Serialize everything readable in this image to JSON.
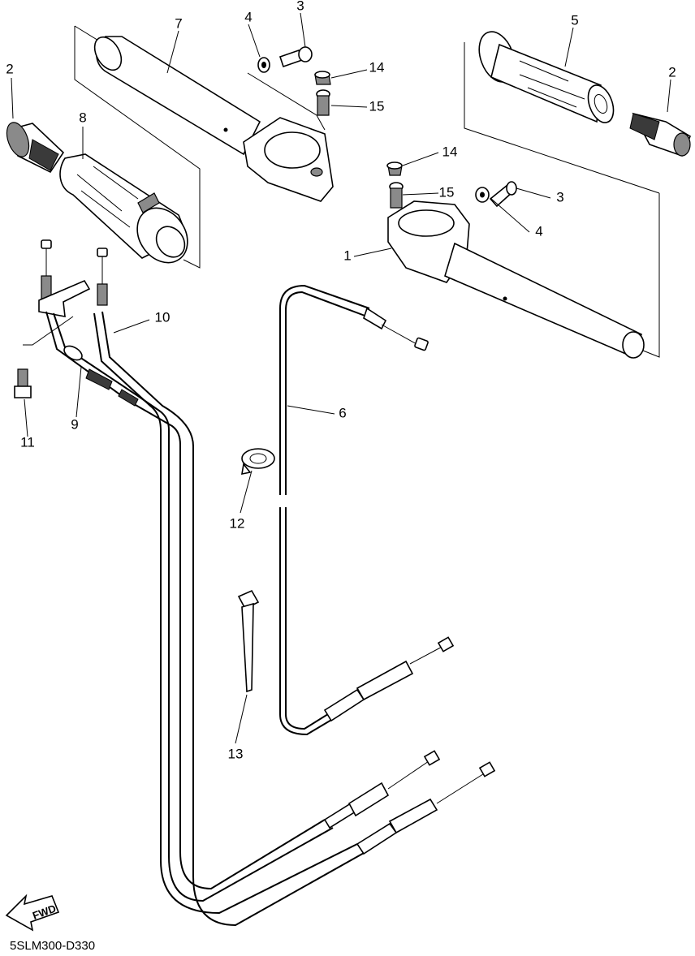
{
  "diagram_code": "5SLM300-D330",
  "fwd_label": "FWD",
  "callouts": {
    "c1": "1",
    "c2_left": "2",
    "c2_right": "2",
    "c3_top": "3",
    "c3_right": "3",
    "c4_top": "4",
    "c4_right": "4",
    "c5": "5",
    "c6": "6",
    "c7": "7",
    "c8": "8",
    "c9": "9",
    "c10": "10",
    "c11": "11",
    "c12": "12",
    "c13": "13",
    "c14_top": "14",
    "c14_right": "14",
    "c15_top": "15",
    "c15_right": "15"
  }
}
